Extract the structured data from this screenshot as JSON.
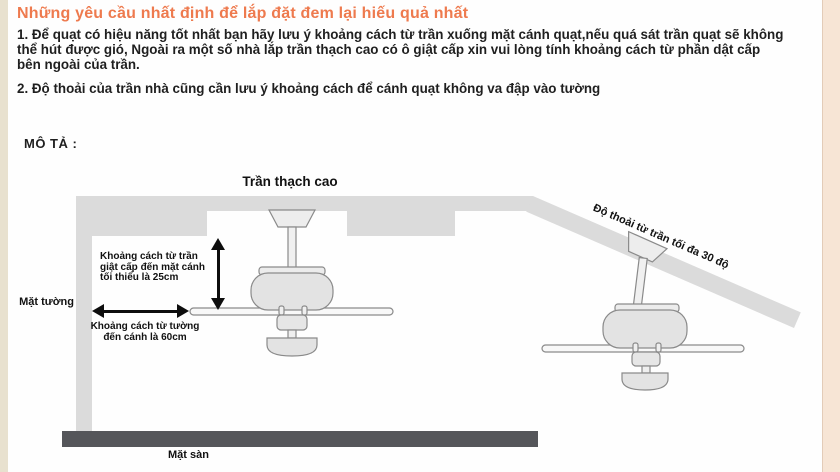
{
  "header": {
    "title": "Những yêu cầu nhất định để lắp đặt đem lại hiếu quả nhất",
    "paragraph1_lines": [
      "1. Để quạt có hiệu năng tốt nhất bạn hãy lưu ý khoảng cách từ trần xuống mặt cánh quạt,nếu quá sát trần quạt sẽ không",
      "thể hút được gió, Ngoài ra một số nhà lắp trần thạch cao có ô giật cấp xin vui lòng tính khoảng cách từ phần dật cấp",
      "bên ngoài của trần."
    ],
    "paragraph2": "2. Độ thoải của trần nhà cũng cần lưu ý khoảng cách để cánh quạt không va đập vào tường",
    "section_label": "MÔ TẢ :"
  },
  "diagram": {
    "ceiling_label": "Trần thạch cao",
    "wall_label": "Mặt tường",
    "floor_label": "Mặt sàn",
    "slope_label": "Độ thoải từ trần tối đa 30 độ",
    "measure_vertical_lines": [
      "Khoảng cách từ trần",
      "giật cấp đến mặt cánh",
      "tối thiểu là 25cm"
    ],
    "measure_horizontal_lines": [
      "Khoảng cách từ tường",
      "đến cánh là 60cm"
    ]
  },
  "colors": {
    "accent": "#ee7a4e",
    "ink": "#1f1f1f",
    "ceiling": "#dbdbdb",
    "floor": "#55565a",
    "left-stripe": "#e8e1cf",
    "right-stripe": "#f7e5d5",
    "outline": "#8a8a8a",
    "bg": "#fefefe"
  }
}
